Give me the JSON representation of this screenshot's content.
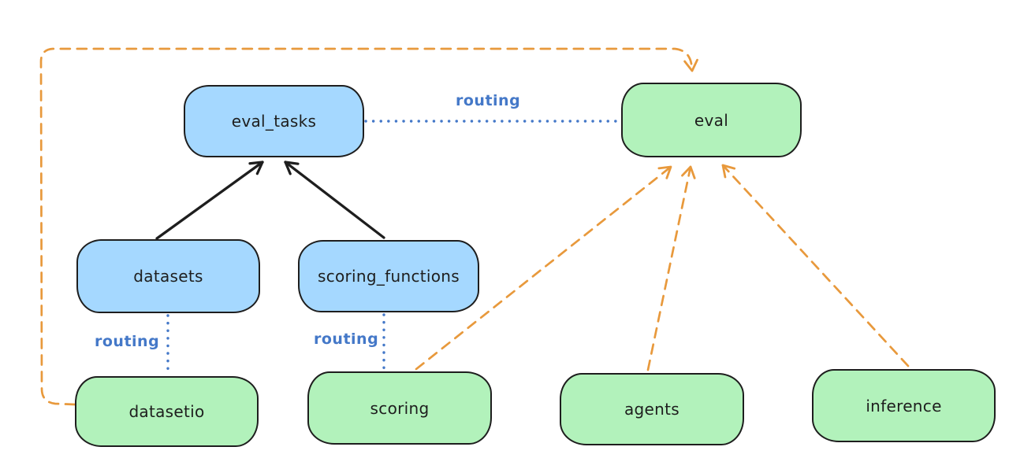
{
  "diagram": {
    "colors": {
      "blue_fill": "#a5d8ff",
      "green_fill": "#b2f2bb",
      "stroke": "#1e1e1e",
      "orange": "#e8993c",
      "blue_line": "#4478c8",
      "background": "#ffffff"
    },
    "nodes": [
      {
        "id": "eval_tasks",
        "label": "eval_tasks",
        "fill": "blue"
      },
      {
        "id": "eval",
        "label": "eval",
        "fill": "green"
      },
      {
        "id": "datasets",
        "label": "datasets",
        "fill": "blue"
      },
      {
        "id": "scoring_functions",
        "label": "scoring_functions",
        "fill": "blue"
      },
      {
        "id": "datasetio",
        "label": "datasetio",
        "fill": "green"
      },
      {
        "id": "scoring",
        "label": "scoring",
        "fill": "green"
      },
      {
        "id": "agents",
        "label": "agents",
        "fill": "green"
      },
      {
        "id": "inference",
        "label": "inference",
        "fill": "green"
      }
    ],
    "edges": [
      {
        "from": "datasets",
        "to": "eval_tasks",
        "style": "solid-arrow",
        "color": "black"
      },
      {
        "from": "scoring_functions",
        "to": "eval_tasks",
        "style": "solid-arrow",
        "color": "black"
      },
      {
        "from": "eval_tasks",
        "to": "eval",
        "style": "dotted",
        "color": "blue",
        "label": "routing"
      },
      {
        "from": "datasets",
        "to": "datasetio",
        "style": "dotted",
        "color": "blue",
        "label": "routing"
      },
      {
        "from": "scoring_functions",
        "to": "scoring",
        "style": "dotted",
        "color": "blue",
        "label": "routing"
      },
      {
        "from": "datasetio",
        "to": "eval",
        "style": "dashed-arrow",
        "color": "orange"
      },
      {
        "from": "scoring",
        "to": "eval",
        "style": "dashed-arrow",
        "color": "orange"
      },
      {
        "from": "agents",
        "to": "eval",
        "style": "dashed-arrow",
        "color": "orange"
      },
      {
        "from": "inference",
        "to": "eval",
        "style": "dashed-arrow",
        "color": "orange"
      }
    ]
  }
}
